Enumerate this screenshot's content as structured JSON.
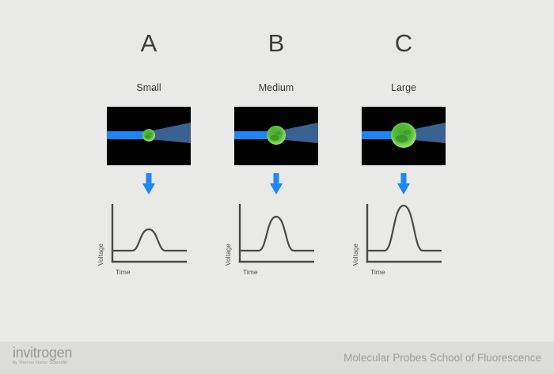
{
  "colors": {
    "canvas_bg": "#e9e9e8",
    "scene_bg": "#000000",
    "beam_blue": "#1b87f5",
    "cone_blue": "#3a6191",
    "arrow_blue": "#1e88f7",
    "cell_rim_green": "#8fdf63",
    "cell_body_green": "#56b93a",
    "cell_core_green": "#4aa930",
    "cell_spot_green": "#2e8420",
    "graph_line": "#4a4a4a",
    "text_dark": "#3c3c3c",
    "label_gray": "#4e4e4e",
    "footer_bg": "#dcdcdb",
    "logo_gray": "#9a9a9a",
    "footer_text": "#9e9e9e"
  },
  "panels": [
    {
      "letter": "A",
      "size_label": "Small",
      "cell_radius": 8,
      "pulse": {
        "amplitude": 27,
        "half_width": 21
      }
    },
    {
      "letter": "B",
      "size_label": "Medium",
      "cell_radius": 12,
      "pulse": {
        "amplitude": 43,
        "half_width": 22
      }
    },
    {
      "letter": "C",
      "size_label": "Large",
      "cell_radius": 16,
      "pulse": {
        "amplitude": 57,
        "half_width": 24
      }
    }
  ],
  "graph": {
    "ylabel": "Voltage",
    "xlabel": "Time"
  },
  "footer": {
    "logo_text": "invitrogen",
    "logo_sub": "by Thermo Fisher Scientific",
    "right_text": "Molecular Probes School of Fluorescence"
  }
}
